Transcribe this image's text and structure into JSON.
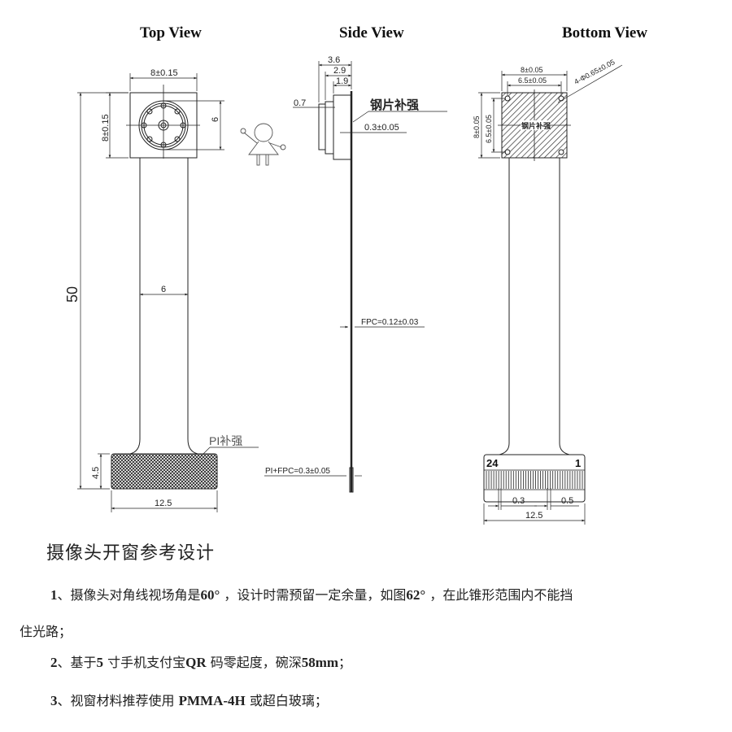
{
  "views": {
    "top": {
      "title": "Top View",
      "dims": {
        "width": "8±0.15",
        "height": "8±0.15",
        "lens": "6",
        "fpc_width": "6",
        "total_length": "50",
        "pi_height": "4.5",
        "pi_width": "12.5",
        "pi_label": "PI补强"
      }
    },
    "side": {
      "title": "Side View",
      "dims": {
        "d1": "3.6",
        "d2": "2.9",
        "d3": "1.9",
        "d4": "0.7",
        "stiffener_label": "钢片补强",
        "stiffener_thickness": "0.3±0.05",
        "fpc": "FPC=0.12±0.03",
        "pi_fpc": "PI+FPC=0.3±0.05"
      }
    },
    "bottom": {
      "title": "Bottom View",
      "dims": {
        "outer_width": "8±0.05",
        "inner_width": "6.5±0.05",
        "outer_height": "8±0.05",
        "inner_height": "6.5±0.05",
        "holes": "4-Φ0.65±0.05",
        "center_label": "钢片补强",
        "pin_last": "24",
        "pin_first": "1",
        "pitch_a": "0.3",
        "pitch_b": "0.5",
        "connector_width": "12.5"
      }
    }
  },
  "text": {
    "heading": "摄像头开窗参考设计",
    "items": [
      {
        "num": "1",
        "parts": [
          "、摄像头对角线视场角是",
          "60°",
          " ，设计时需预留一定余量，如图",
          "62°",
          " ，在此锥形范围内不能挡"
        ],
        "cont": "住光路；"
      },
      {
        "num": "2",
        "parts": [
          "、基于",
          "5",
          " 寸手机支付宝",
          "QR",
          " 码零起度，碗深",
          "58mm",
          "；"
        ]
      },
      {
        "num": "3",
        "parts": [
          "、视窗材料推荐使用 ",
          "PMMA-4H",
          " 或超白玻璃；"
        ]
      }
    ]
  }
}
